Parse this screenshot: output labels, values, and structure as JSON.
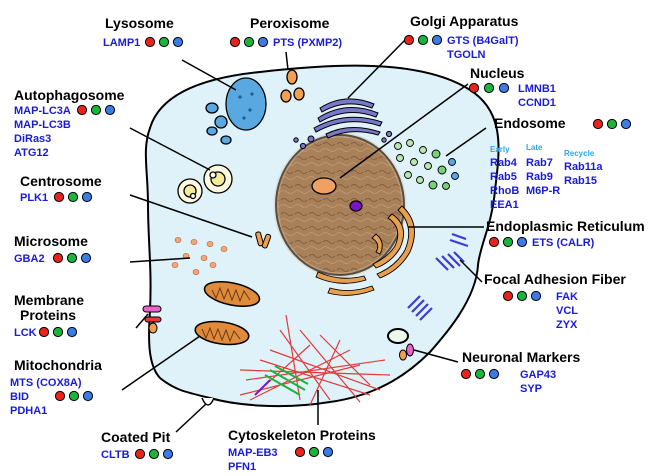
{
  "colors": {
    "cytoplasm": "#dff1f9",
    "nucleus": "#a07850",
    "marker_text": "#1a1adb",
    "sublabel_text": "#2ea8e6",
    "dot_red": "#e8231c",
    "dot_green": "#1ab53b",
    "dot_blue": "#3a7be6",
    "mitochondria": "#e08a3c",
    "golgi": "#7878c8",
    "er": "#e8a050",
    "focal_adhesion": "#3b3bd8",
    "cytoskeleton": "#e23b3b",
    "lysosome": "#5aa8e0"
  },
  "labels": {
    "lysosome": {
      "title": "Lysosome",
      "markers": [
        "LAMP1"
      ]
    },
    "peroxisome": {
      "title": "Peroxisome",
      "markers": [
        "PTS (PXMP2)"
      ]
    },
    "golgi": {
      "title": "Golgi Apparatus",
      "markers": [
        "GTS (B4GalT)",
        "TGOLN"
      ]
    },
    "autophagosome": {
      "title": "Autophagosome",
      "markers": [
        "MAP-LC3A",
        "MAP-LC3B",
        "DiRas3",
        "ATG12"
      ]
    },
    "nucleus": {
      "title": "Nucleus",
      "markers": [
        "LMNB1",
        "CCND1"
      ]
    },
    "endosome": {
      "title": "Endosome",
      "early": {
        "label": "Early",
        "markers": [
          "Rab4",
          "Rab5",
          "RhoB",
          "EEA1"
        ]
      },
      "late": {
        "label": "Late",
        "markers": [
          "Rab7",
          "Rab9",
          "M6P-R"
        ]
      },
      "recycle": {
        "label": "Recycle",
        "markers": [
          "Rab11a",
          "Rab15"
        ]
      }
    },
    "centrosome": {
      "title": "Centrosome",
      "markers": [
        "PLK1"
      ]
    },
    "er": {
      "title": "Endoplasmic Reticulum",
      "markers": [
        "ETS (CALR)"
      ]
    },
    "microsome": {
      "title": "Microsome",
      "markers": [
        "GBA2"
      ]
    },
    "focal_adhesion": {
      "title": "Focal Adhesion Fiber",
      "markers": [
        "FAK",
        "VCL",
        "ZYX"
      ]
    },
    "membrane": {
      "title_line1": "Membrane",
      "title_line2": "Proteins",
      "markers": [
        "LCK"
      ]
    },
    "mitochondria": {
      "title": "Mitochondria",
      "markers": [
        "MTS (COX8A)",
        "BID",
        "PDHA1"
      ]
    },
    "neuronal": {
      "title": "Neuronal Markers",
      "markers": [
        "GAP43",
        "SYP"
      ]
    },
    "coated_pit": {
      "title": "Coated Pit",
      "markers": [
        "CLTB"
      ]
    },
    "cytoskeleton": {
      "title": "Cytoskeleton Proteins",
      "markers": [
        "MAP-EB3",
        "PFN1"
      ]
    }
  }
}
